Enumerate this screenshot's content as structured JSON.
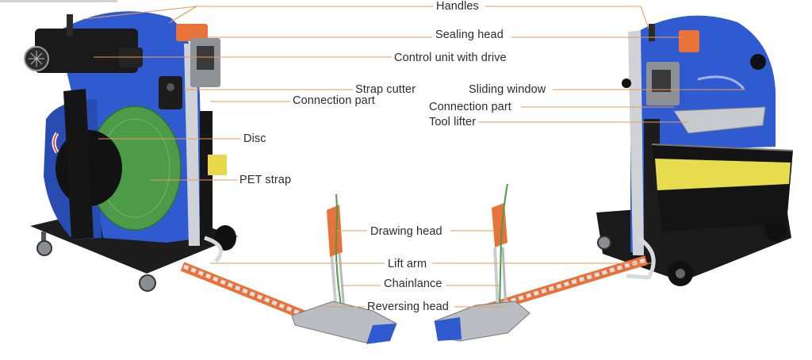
{
  "diagram": {
    "labels": {
      "handles": "Handles",
      "sealing_head": "Sealing head",
      "control_unit": "Control unit with drive",
      "strap_cutter": "Strap cutter",
      "sliding_window": "Sliding window",
      "connection_part_left": "Connection part",
      "connection_part_right": "Connection part",
      "tool_lifter": "Tool lifter",
      "disc": "Disc",
      "pet_strap": "PET strap",
      "drawing_head": "Drawing head",
      "lift_arm": "Lift arm",
      "chainlance": "Chainlance",
      "reversing_head": "Reversing head"
    },
    "colors": {
      "leader_line": "#e59a5c",
      "machine_blue": "#2f5ad0",
      "strap_green": "#4d9a48",
      "chain_orange": "#e8733a"
    }
  }
}
